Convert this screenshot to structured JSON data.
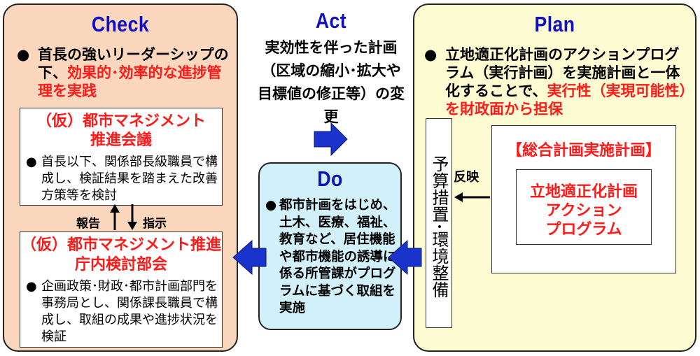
{
  "check": {
    "title": "Check",
    "bullet": "●",
    "intro_black": "首長の強いリーダーシップの下、",
    "intro_red": "効果的･効率的な進捗管理を実践",
    "box1": {
      "title_line1": "（仮）都市マネジメント",
      "title_line2": "推進会議",
      "text": "首長以下、関係部長級職員で構成し、検証結果を踏まえた改善方策等を検討"
    },
    "report_label": "報告",
    "instruct_label": "指示",
    "box2": {
      "title_line1": "（仮）都市マネジメント推進",
      "title_line2": "庁内検討部会",
      "text": "企画政策･財政･都市計画部門を事務局とし、関係課長職員で構成し、取組の成果や進捗状況を検証"
    }
  },
  "act": {
    "title": "Act",
    "text": "実効性を伴った計画（区域の縮小･拡大や目標値の修正等）の変更"
  },
  "do": {
    "title": "Do",
    "bullet": "●",
    "text": "都市計画をはじめ、土木、医療、福祉、教育など、居住機能や都市機能の誘導に係る所管課がプログラムに基づく取組を実施"
  },
  "plan": {
    "title": "Plan",
    "bullet": "●",
    "intro_black": "立地適正化計画のアクションプログラム（実行計画）を実施計画と一体化することで、",
    "intro_red": "実行性（実現可能性）を財政面から担保",
    "budget_label": "予算措置･環境整備",
    "reflect_label": "反映",
    "outer_title": "【総合計画実施計画】",
    "inner_line1": "立地適正化計画",
    "inner_line2": "アクション",
    "inner_line3": "プログラム"
  },
  "colors": {
    "check_bg": "#fbd7bd",
    "plan_bg": "#fdfbd2",
    "do_bg": "#d2f0fa",
    "heading": "#1010c0",
    "emphasis": "#ff1a1a",
    "arrow": "#1a33cc"
  }
}
